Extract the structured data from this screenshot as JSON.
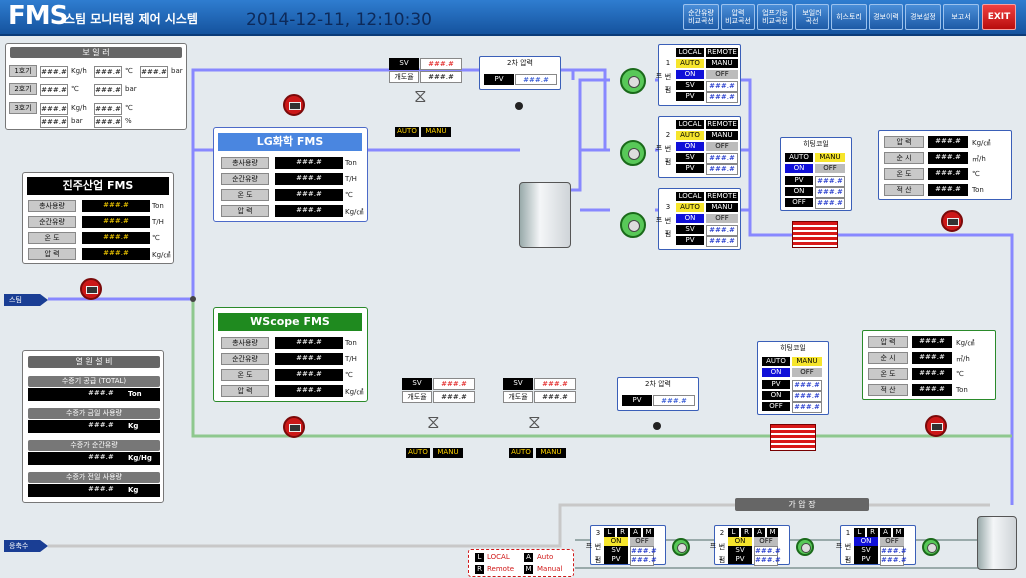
{
  "header": {
    "logo": "FMS",
    "title": "스팀 모니터링 제어 시스템",
    "datetime": "2014-12-11, 12:10:30",
    "buttons": [
      "순간유량\n비교곡선",
      "압력\n비교곡선",
      "업프기능\n비교곡선",
      "보일러\n곡선",
      "히스토리",
      "경보이력",
      "경보설정",
      "보고서",
      "EXIT"
    ]
  },
  "colors": {
    "accent": "#1d5aa6",
    "exit": "#d01818",
    "steam_pipe": "#8888ff",
    "water_pipe": "#8ec88e"
  },
  "boiler": {
    "title": "보 일 러",
    "rows": [
      {
        "name": "1호기",
        "v1": "###.#",
        "u1": "Kg/h",
        "v2": "###.#",
        "u2": "℃",
        "v3": "###.#",
        "u3": "bar"
      },
      {
        "name": "2호기",
        "v1": "###.#",
        "u1": "℃",
        "v2": "###.#",
        "u2": "bar"
      },
      {
        "name": "3호기",
        "v1": "###.#",
        "u1": "Kg/h",
        "v2": "###.#",
        "u2": "℃",
        "v3": "###.#",
        "u3": "bar",
        "v4": "###.#",
        "u4": "%"
      }
    ]
  },
  "jinju": {
    "title": "진주산업 FMS",
    "labels": [
      "총사용량",
      "순간유량",
      "온 도",
      "압 력"
    ],
    "values": [
      "###.#",
      "###.#",
      "###.#",
      "###.#"
    ],
    "units": [
      "Ton",
      "T/H",
      "℃",
      "Kg/㎠"
    ]
  },
  "lg": {
    "title": "LG화학 FMS",
    "labels": [
      "총사용량",
      "순간유량",
      "온 도",
      "압 력"
    ],
    "values": [
      "###.#",
      "###.#",
      "###.#",
      "###.#"
    ],
    "units": [
      "Ton",
      "T/H",
      "℃",
      "Kg/㎠"
    ]
  },
  "wscope": {
    "title": "WScope FMS",
    "labels": [
      "총사용량",
      "순간유량",
      "온 도",
      "압 력"
    ],
    "values": [
      "###.#",
      "###.#",
      "###.#",
      "###.#"
    ],
    "units": [
      "Ton",
      "T/H",
      "℃",
      "Kg/㎠"
    ]
  },
  "heat": {
    "title": "열 원 설 비",
    "items": [
      {
        "label": "수증기 공급 (TOTAL)",
        "value": "###.#",
        "unit": "Ton"
      },
      {
        "label": "수증가 금일 사용량",
        "value": "###.#",
        "unit": "Kg"
      },
      {
        "label": "수증가 순간유량",
        "value": "###.#",
        "unit": "Kg/Hg"
      },
      {
        "label": "수증가 전일 사용량",
        "value": "###.#",
        "unit": "Kg"
      }
    ]
  },
  "valve_top": {
    "sv": "SV",
    "sv_val": "###.#",
    "gd": "개도율",
    "gd_val": "###.#",
    "auto": "AUTO",
    "manu": "MANU"
  },
  "valve_b1": {
    "sv": "SV",
    "sv_val": "###.#",
    "gd": "개도율",
    "gd_val": "###.#",
    "auto": "AUTO",
    "manu": "MANU"
  },
  "valve_b2": {
    "sv": "SV",
    "sv_val": "###.#",
    "gd": "개도율",
    "gd_val": "###.#",
    "auto": "AUTO",
    "manu": "MANU"
  },
  "press2_top": {
    "title": "2차 압력",
    "pv": "PV",
    "val": "###.#"
  },
  "press2_bot": {
    "title": "2차 압력",
    "pv": "PV",
    "val": "###.#"
  },
  "pumps": [
    {
      "name": "1 번 펌 프",
      "local": "LOCAL",
      "remote": "REMOTE",
      "auto": "AUTO",
      "manu": "MANU",
      "on": "ON",
      "off": "OFF",
      "sv": "SV",
      "sv_val": "###.#",
      "pv": "PV",
      "pv_val": "###.#"
    },
    {
      "name": "2 번 펌 프",
      "local": "LOCAL",
      "remote": "REMOTE",
      "auto": "AUTO",
      "manu": "MANU",
      "on": "ON",
      "off": "OFF",
      "sv": "SV",
      "sv_val": "###.#",
      "pv": "PV",
      "pv_val": "###.#"
    },
    {
      "name": "3 번 펌 프",
      "local": "LOCAL",
      "remote": "REMOTE",
      "auto": "AUTO",
      "manu": "MANU",
      "on": "ON",
      "off": "OFF",
      "sv": "SV",
      "sv_val": "###.#",
      "pv": "PV",
      "pv_val": "###.#"
    }
  ],
  "coil_top": {
    "title": "히팅코일",
    "auto": "AUTO",
    "manu": "MANU",
    "on": "ON",
    "off": "OFF",
    "pv": "PV",
    "pv_val": "###.#",
    "on2": "ON",
    "on2_val": "###.#",
    "off2": "OFF",
    "off2_val": "###.#"
  },
  "coil_bot": {
    "title": "히팅코일",
    "auto": "AUTO",
    "manu": "MANU",
    "on": "ON",
    "off": "OFF",
    "pv": "PV",
    "pv_val": "###.#",
    "on2": "ON",
    "on2_val": "###.#",
    "off2": "OFF",
    "off2_val": "###.#"
  },
  "right_top": {
    "labels": [
      "압 력",
      "순 시",
      "온 도",
      "적 산"
    ],
    "values": [
      "###.#",
      "###.#",
      "###.#",
      "###.#"
    ],
    "units": [
      "Kg/㎠",
      "㎥/h",
      "℃",
      "Ton"
    ]
  },
  "right_bot": {
    "labels": [
      "압 력",
      "순 시",
      "온 도",
      "적 산"
    ],
    "values": [
      "###.#",
      "###.#",
      "###.#",
      "###.#"
    ],
    "units": [
      "Kg/㎠",
      "㎥/h",
      "℃",
      "Ton"
    ]
  },
  "tags": {
    "steam": "스팀",
    "condensate": "응축수",
    "gas": "가 압 장"
  },
  "legend": {
    "l": "L",
    "local": "LOCAL",
    "a": "A",
    "auto": "Auto",
    "r": "R",
    "remote": "Remote",
    "m": "M",
    "manual": "Manual"
  },
  "lpumps": [
    {
      "name": "3 번 펌 프",
      "l": "L",
      "r": "R",
      "a": "A",
      "m": "M",
      "on": "ON",
      "off": "OFF",
      "sv": "SV",
      "sv_val": "###.#",
      "pv": "PV",
      "pv_val": "###.#"
    },
    {
      "name": "2 번 펌 프",
      "l": "L",
      "r": "R",
      "a": "A",
      "m": "M",
      "on": "ON",
      "off": "OFF",
      "sv": "SV",
      "sv_val": "###.#",
      "pv": "PV",
      "pv_val": "###.#"
    },
    {
      "name": "1 번 펌 프",
      "l": "L",
      "r": "R",
      "a": "A",
      "m": "M",
      "on": "ON",
      "off": "OFF",
      "sv": "SV",
      "sv_val": "###.#",
      "pv": "PV",
      "pv_val": "###.#"
    }
  ]
}
